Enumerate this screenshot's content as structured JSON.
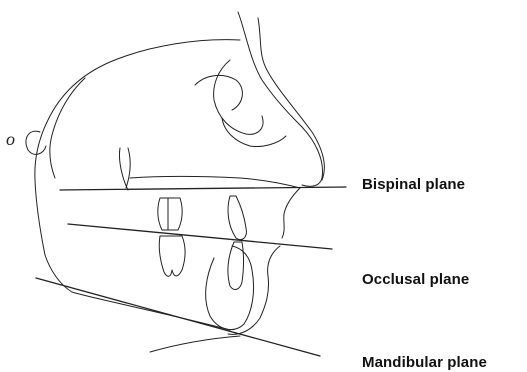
{
  "labels": {
    "bispinal": "Bispinal plane",
    "occlusal": "Occlusal plane",
    "mandibular": "Mandibular plane"
  },
  "colors": {
    "line": "#222222",
    "text": "#111111",
    "background": "#ffffff"
  }
}
